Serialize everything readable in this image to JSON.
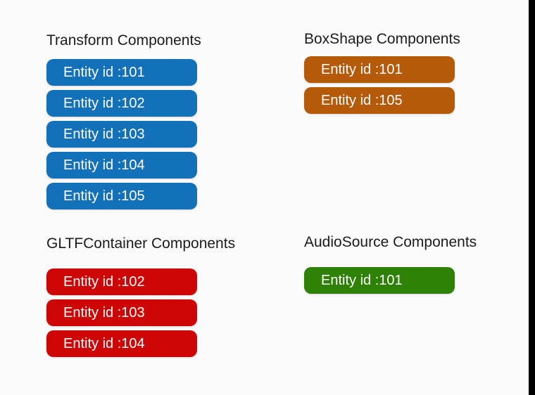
{
  "page": {
    "background_color": "#fbfbfb",
    "edge_color": "#000000"
  },
  "sections": [
    {
      "id": "transform",
      "title": "Transform Components",
      "button_color": "#1271b8",
      "entities": [
        "Entity id :101",
        "Entity id :102",
        "Entity id :103",
        "Entity id :104",
        "Entity id :105"
      ]
    },
    {
      "id": "boxshape",
      "title": "BoxShape Components",
      "button_color": "#b45a09",
      "entities": [
        "Entity id :101",
        "Entity id :105"
      ]
    },
    {
      "id": "gltfcontainer",
      "title": "GLTFContainer Components",
      "button_color": "#cd0505",
      "entities": [
        "Entity id :102",
        "Entity id :103",
        "Entity id :104"
      ]
    },
    {
      "id": "audiosource",
      "title": "AudioSource Components",
      "button_color": "#2e8104",
      "entities": [
        "Entity id :101"
      ]
    }
  ]
}
